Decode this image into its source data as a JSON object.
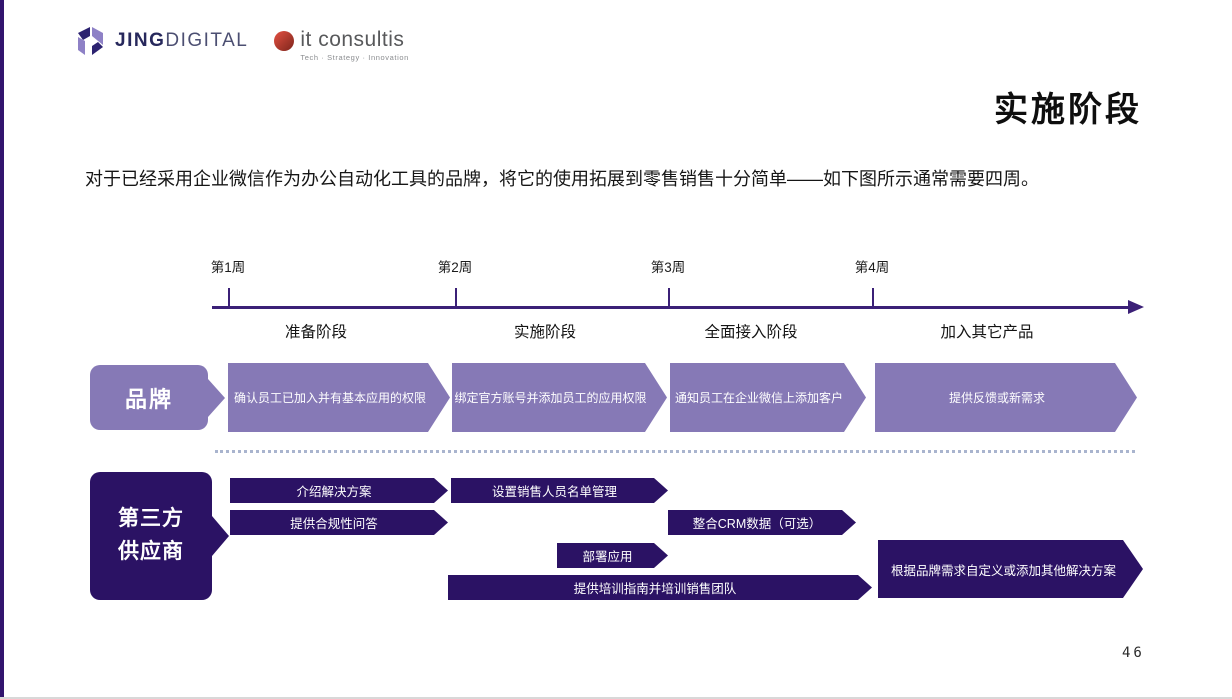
{
  "logos": {
    "jing": {
      "name": "JING",
      "suffix": "DIGITAL"
    },
    "itc": {
      "name": "it consultis",
      "tagline": "Tech · Strategy · Innovation"
    }
  },
  "header": {
    "title": "实施阶段"
  },
  "intro": "对于已经采用企业微信作为办公自动化工具的品牌，将它的使用拓展到零售销售十分简单——如下图所示通常需要四周。",
  "timeline": {
    "weeks": [
      "第1周",
      "第2周",
      "第3周",
      "第4周"
    ],
    "phases": [
      "准备阶段",
      "实施阶段",
      "全面接入阶段",
      "加入其它产品"
    ]
  },
  "brand_row": {
    "label": "品牌",
    "tasks": [
      "确认员工已加入并有基本应用的权限",
      "绑定官方账号并添加员工的应用权限",
      "通知员工在企业微信上添加客户",
      "提供反馈或新需求"
    ]
  },
  "vendor_row": {
    "label_line1": "第三方",
    "label_line2": "供应商",
    "tasks": [
      "介绍解决方案",
      "设置销售人员名单管理",
      "提供合规性问答",
      "整合CRM数据（可选）",
      "部署应用",
      "提供培训指南并培训销售团队",
      "根据品牌需求自定义或添加其他解决方案"
    ]
  },
  "page_number": "46",
  "colors": {
    "brand_purple": "#8679b6",
    "vendor_purple": "#2b1264",
    "timeline_purple": "#3b2077",
    "divider_blue": "#a9b4ce"
  }
}
